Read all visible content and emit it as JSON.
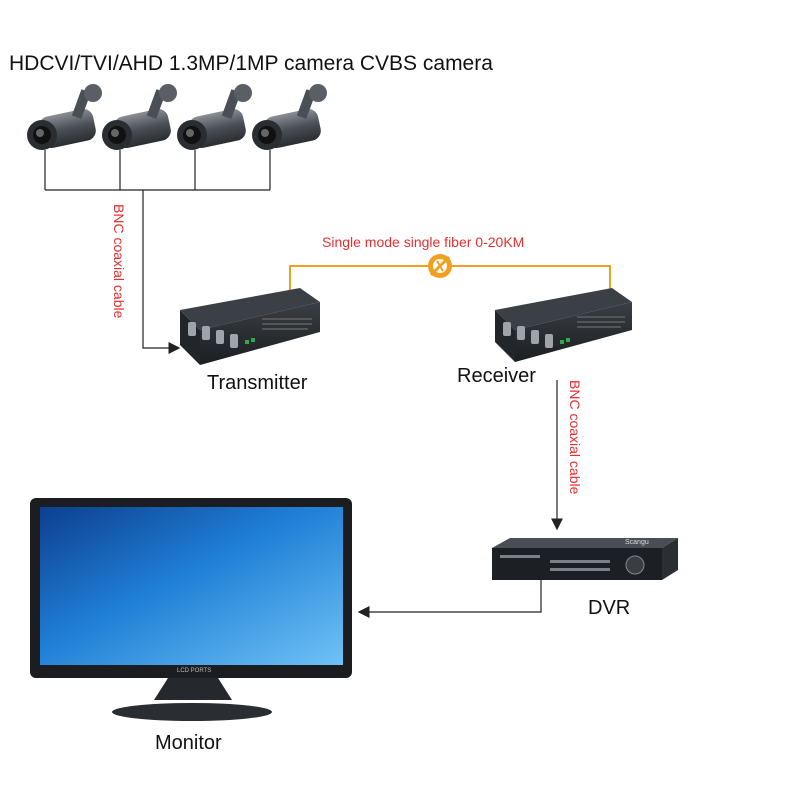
{
  "title": "HDCVI/TVI/AHD 1.3MP/1MP camera CVBS camera",
  "cable_left": "BNC coaxial cable",
  "cable_right": "BNC coaxial cable",
  "fiber_label": "Single mode single fiber 0-20KM",
  "transmitter": "Transmitter",
  "receiver": "Receiver",
  "dvr": "DVR",
  "monitor": "Monitor",
  "monitor_brand": "LCD PORTS",
  "dvr_brand": "Scangu",
  "colors": {
    "cable_red": "#e53030",
    "fiber_orange": "#f0a020",
    "screen_blue": "#1f7fd6",
    "line": "#222222"
  },
  "icons": [
    "camera-icon",
    "transmitter-icon",
    "receiver-icon",
    "dvr-icon",
    "monitor-icon",
    "fiber-link-icon"
  ]
}
